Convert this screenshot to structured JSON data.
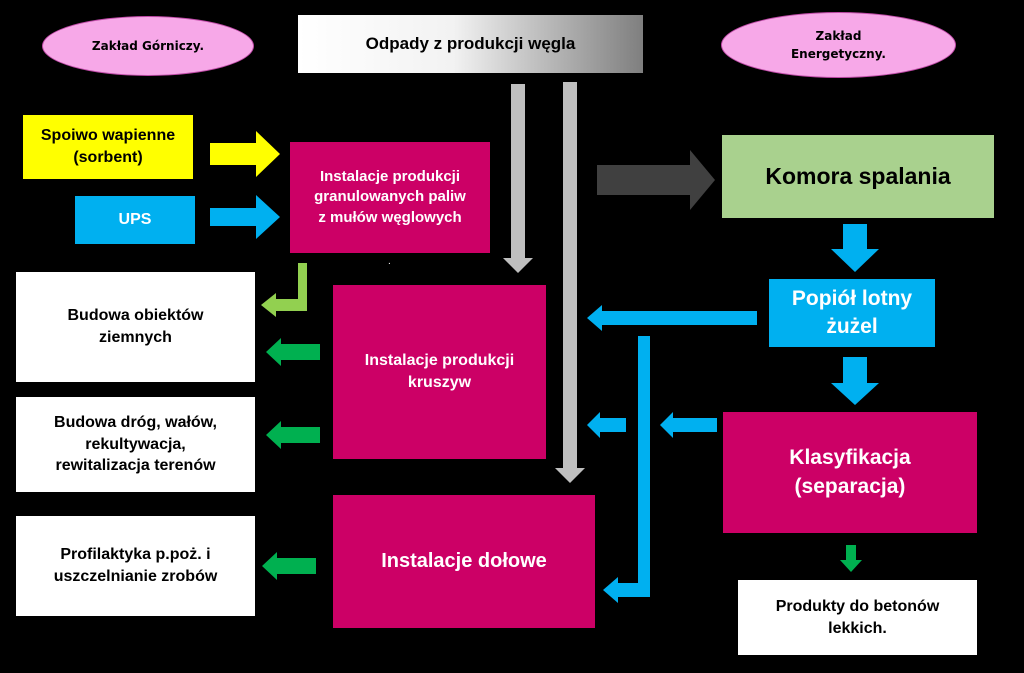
{
  "nodes": {
    "zaklad_gorniczy": "Zakład Górniczy.",
    "odpady": "Odpady z produkcji węgla",
    "zaklad_energetyczny": "Zakład\nEnergetyczny.",
    "spoiwo": "Spoiwo wapienne\n(sorbent)",
    "ups": "UPS",
    "granulowane": "Instalacje produkcji\ngranulowanych paliw\nz mułów węglowych",
    "komora": "Komora spalania",
    "popiol": "Popiół lotny\nżużel",
    "kruszywa": "Instalacje produkcji\nkruszyw",
    "budowa_obiektow": "Budowa obiektów\nziemnych",
    "budowa_drog": "Budowa dróg, wałów,\nrekultywacja,\nrewitalizacja terenów",
    "klasyfikacja": "Klasyfikacja\n(separacja)",
    "profilaktyka": "Profilaktyka p.poż.  i\nuszczelnianie zrobów",
    "dolowe": "Instalacje dołowe",
    "produkty": "Produkty do betonów\nlekkich.",
    "dot": "."
  },
  "colors": {
    "background": "#000000",
    "magenta": "#cc0066",
    "cyan": "#00b0f0",
    "green": "#00b050",
    "light_green": "#92d050",
    "yellow": "#ffff00",
    "grey": "#bfbfbf",
    "dark_grey": "#404040",
    "pink": "#f7a8e8"
  }
}
